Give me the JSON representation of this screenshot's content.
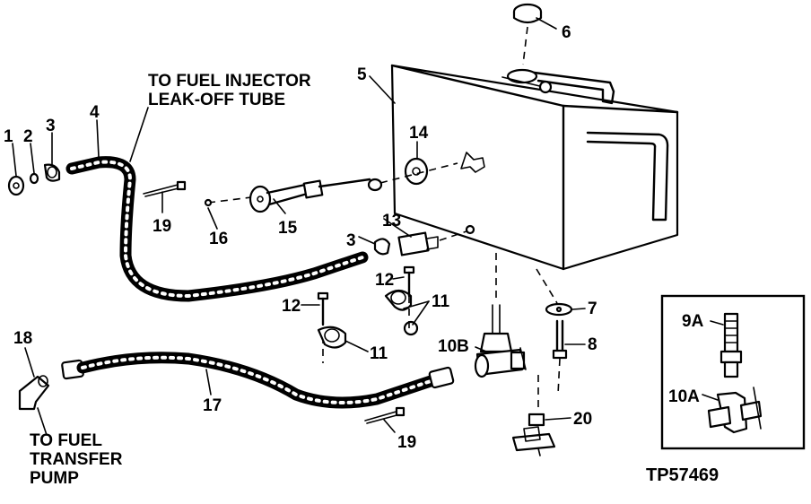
{
  "figure_code": "TP57469",
  "notes": {
    "injector_line1": "TO FUEL INJECTOR",
    "injector_line2": "LEAK-OFF TUBE",
    "transfer_line1": "TO FUEL",
    "transfer_line2": "TRANSFER",
    "transfer_line3": "PUMP"
  },
  "callouts": {
    "p1": "1",
    "p2": "2",
    "p3a": "3",
    "p3b": "3",
    "p4": "4",
    "p5": "5",
    "p6": "6",
    "p7": "7",
    "p8": "8",
    "p9a": "9A",
    "p10a": "10A",
    "p10b": "10B",
    "p11a": "11",
    "p11b": "11",
    "p12a": "12",
    "p12b": "12",
    "p13": "13",
    "p14": "14",
    "p15": "15",
    "p16": "16",
    "p17": "17",
    "p18": "18",
    "p19a": "19",
    "p19b": "19",
    "p20": "20"
  }
}
